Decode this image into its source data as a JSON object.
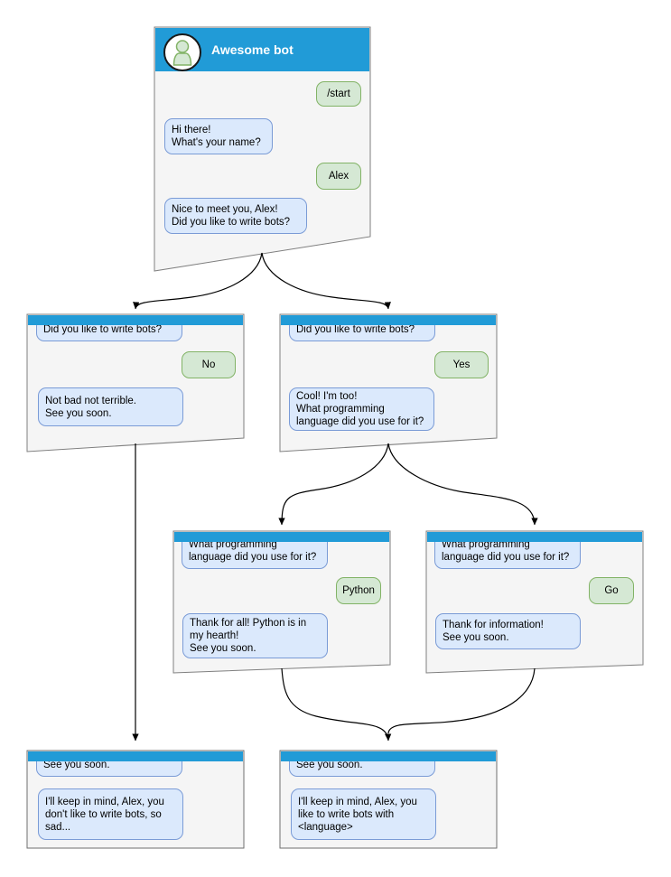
{
  "colors": {
    "header_blue": "#219bd7",
    "bot_bubble_fill": "#dbe9fc",
    "bot_bubble_border": "#7a9bd6",
    "user_bubble_fill": "#d5e8d4",
    "user_bubble_border": "#82b366",
    "node_fill": "#f5f5f5",
    "node_border": "#7f7f7f",
    "arrow": "#000000"
  },
  "nodes": {
    "main": {
      "title": "Awesome bot",
      "avatar_icon": "person-icon",
      "messages": [
        {
          "from": "user",
          "text": "/start"
        },
        {
          "from": "bot",
          "text": "Hi there!\nWhat's your name?"
        },
        {
          "from": "user",
          "text": "Alex"
        },
        {
          "from": "bot",
          "text": "Nice to meet you, Alex!\nDid you like to write bots?"
        }
      ]
    },
    "no_branch": {
      "messages": [
        {
          "from": "bot",
          "text": "Did you like to write bots?"
        },
        {
          "from": "user",
          "text": "No"
        },
        {
          "from": "bot",
          "text": "Not bad not terrible.\nSee you soon."
        }
      ]
    },
    "yes_branch": {
      "messages": [
        {
          "from": "bot",
          "text": "Did you like to write bots?"
        },
        {
          "from": "user",
          "text": "Yes"
        },
        {
          "from": "bot",
          "text": "Cool! I'm too!\nWhat programming\nlanguage did you use for it?"
        }
      ]
    },
    "python_branch": {
      "messages": [
        {
          "from": "bot",
          "text": "What programming\nlanguage did you use for it?"
        },
        {
          "from": "user",
          "text": "Python"
        },
        {
          "from": "bot",
          "text": "Thank for all! Python is in\nmy hearth!\nSee you soon."
        }
      ]
    },
    "go_branch": {
      "messages": [
        {
          "from": "bot",
          "text": "What programming\nlanguage did you use for it?"
        },
        {
          "from": "user",
          "text": "Go"
        },
        {
          "from": "bot",
          "text": "Thank for information!\nSee you soon."
        }
      ]
    },
    "end_no": {
      "messages": [
        {
          "from": "bot",
          "text": "See you soon."
        },
        {
          "from": "bot",
          "text": "I'll keep in mind, Alex, you\ndon't like to write bots, so\nsad..."
        }
      ]
    },
    "end_yes": {
      "messages": [
        {
          "from": "bot",
          "text": "See you soon."
        },
        {
          "from": "bot",
          "text": "I'll keep in mind, Alex, you\nlike to write bots with\n<language>"
        }
      ]
    }
  }
}
